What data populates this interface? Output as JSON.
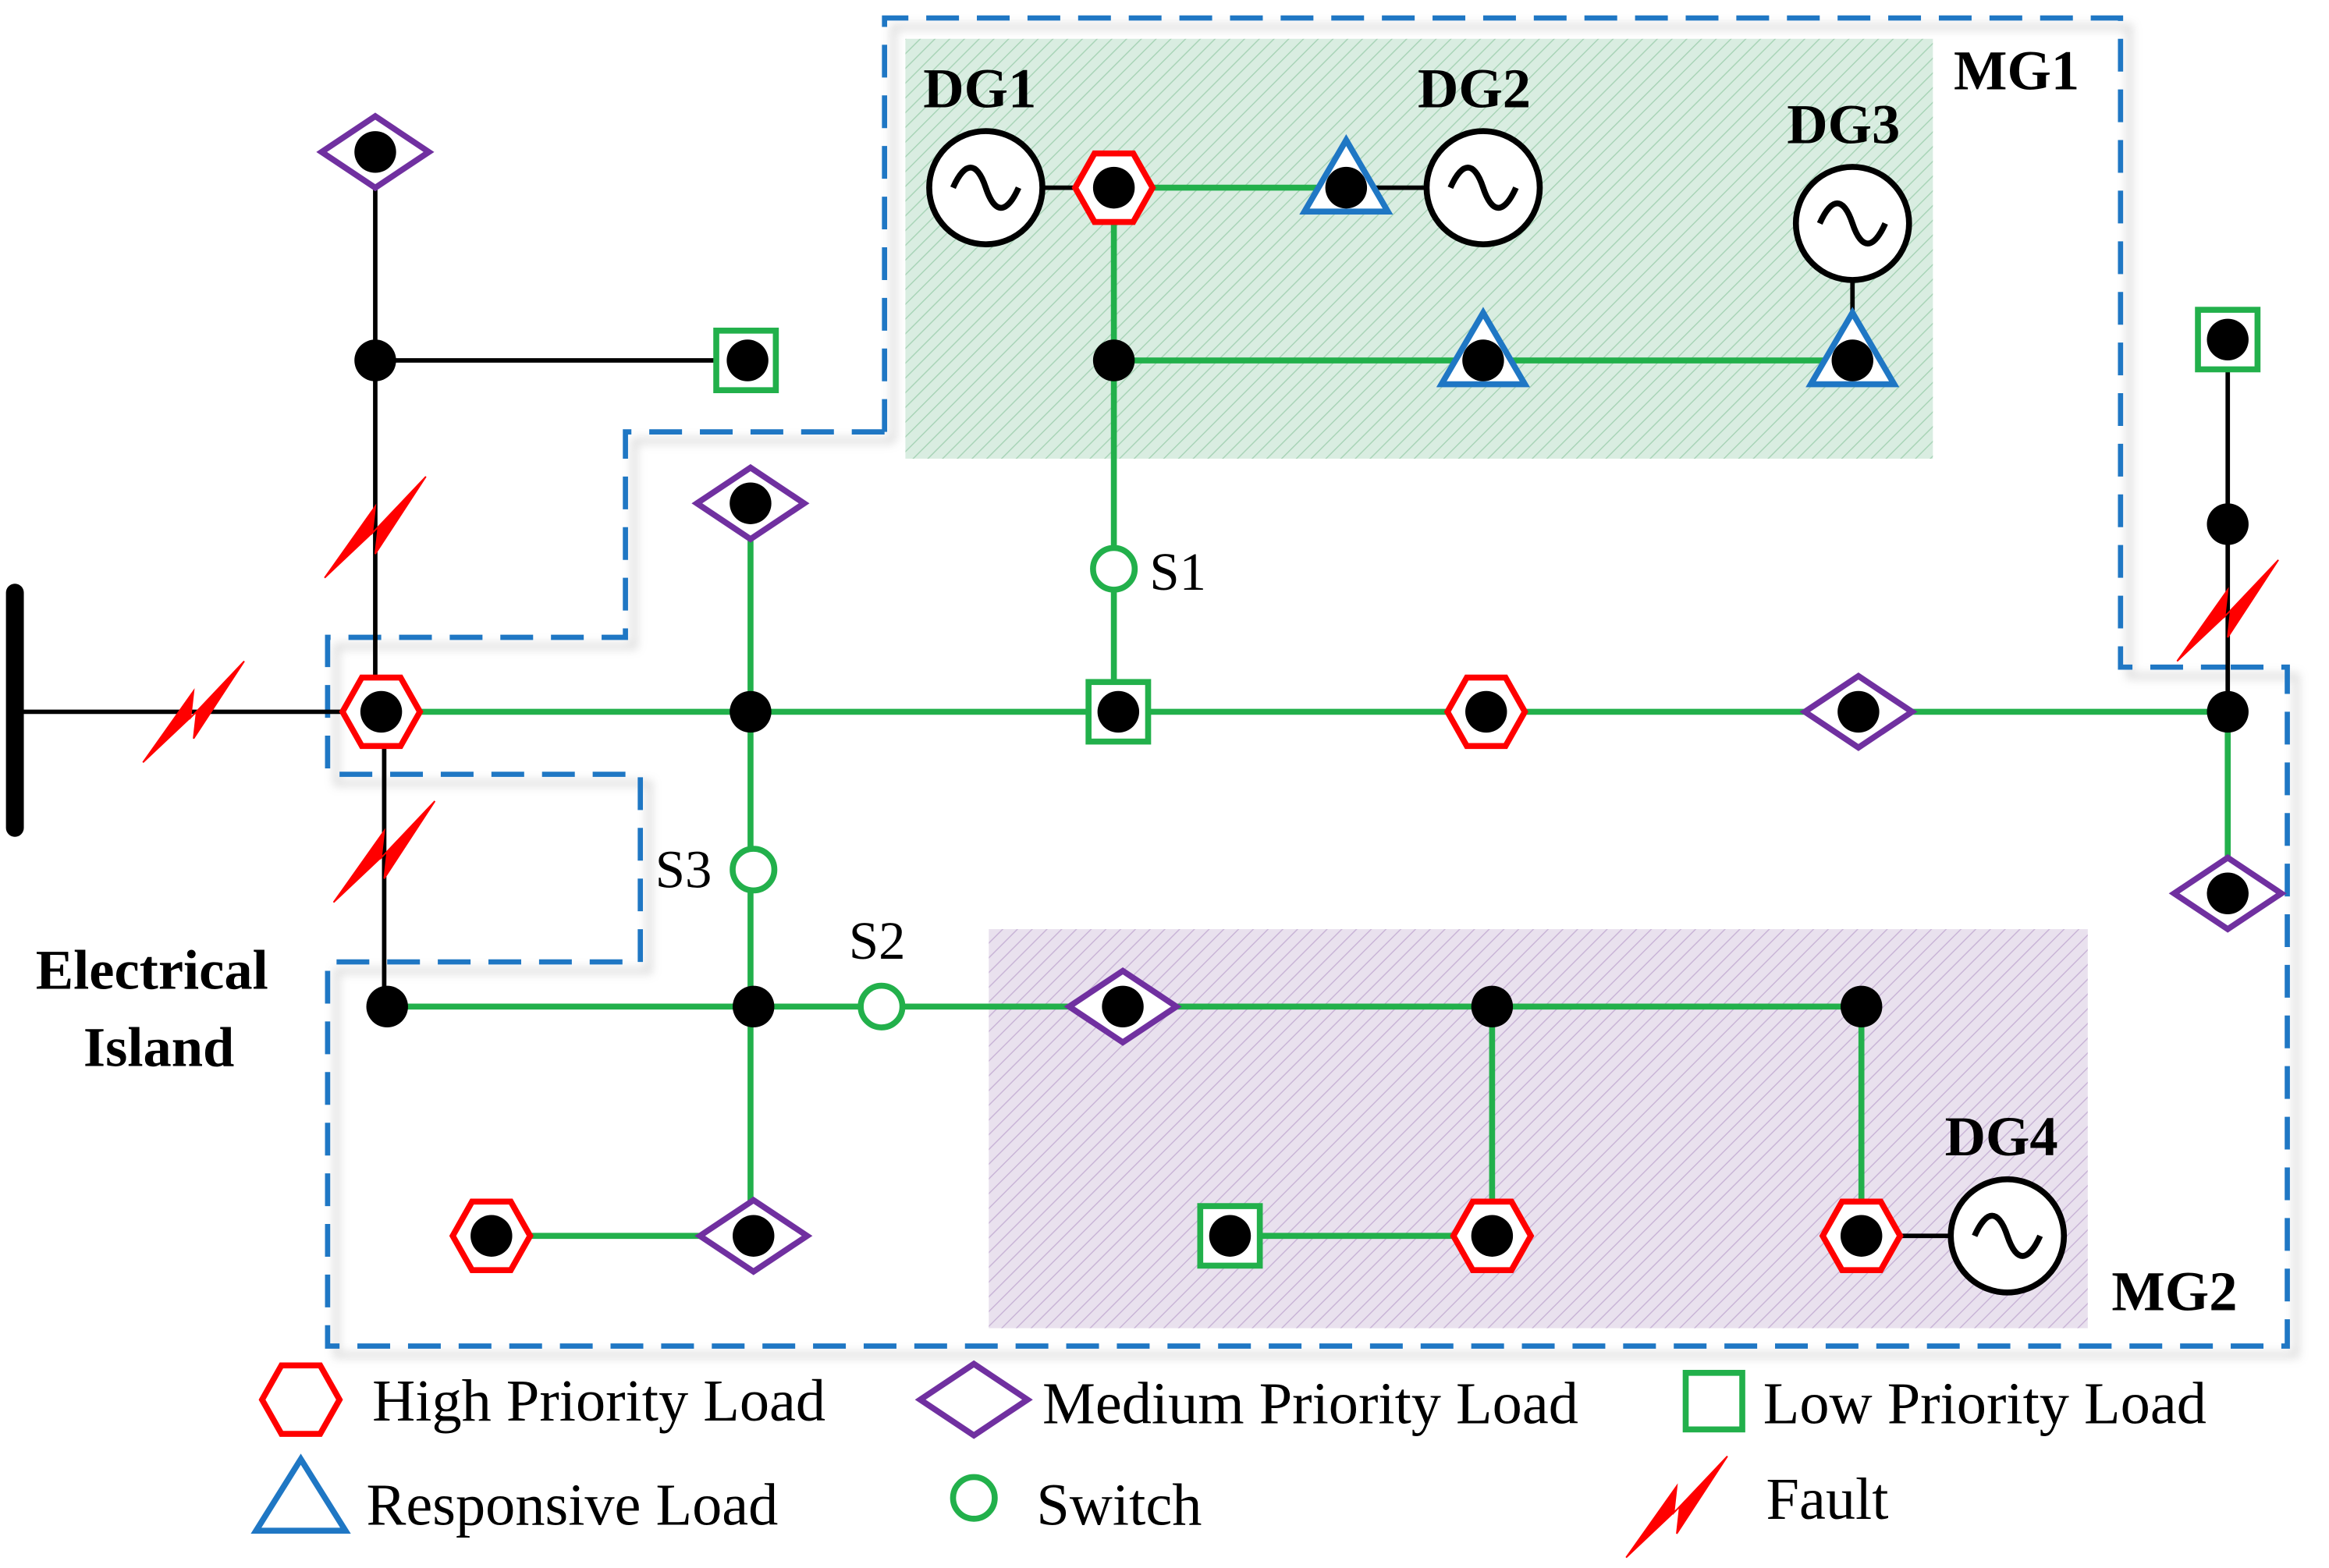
{
  "region_labels": {
    "mg1": "MG1",
    "mg2": "MG2",
    "electrical_island_line1": "Electrical",
    "electrical_island_line2": "Island"
  },
  "generators": [
    {
      "id": "dg1",
      "label": "DG1"
    },
    {
      "id": "dg2",
      "label": "DG2"
    },
    {
      "id": "dg3",
      "label": "DG3"
    },
    {
      "id": "dg4",
      "label": "DG4"
    }
  ],
  "switches": [
    {
      "id": "s1",
      "label": "S1"
    },
    {
      "id": "s2",
      "label": "S2"
    },
    {
      "id": "s3",
      "label": "S3"
    }
  ],
  "legend": {
    "high_priority_load": "High Priority Load",
    "medium_priority_load": "Medium Priority Load",
    "low_priority_load": "Low Priority Load",
    "responsive_load": "Responsive Load",
    "switch": "Switch",
    "fault": "Fault"
  },
  "colors": {
    "energized_line": "#22b04b",
    "deenergized_line": "#000000",
    "high_priority": "#ff0000",
    "medium_priority": "#7030a0",
    "low_priority": "#22b04b",
    "responsive": "#1f77c4",
    "microgrid_boundary": "#1f77c4",
    "mg1_fill": "#d7ecdf",
    "mg2_fill": "#e7deec",
    "fault": "#ff0000"
  }
}
